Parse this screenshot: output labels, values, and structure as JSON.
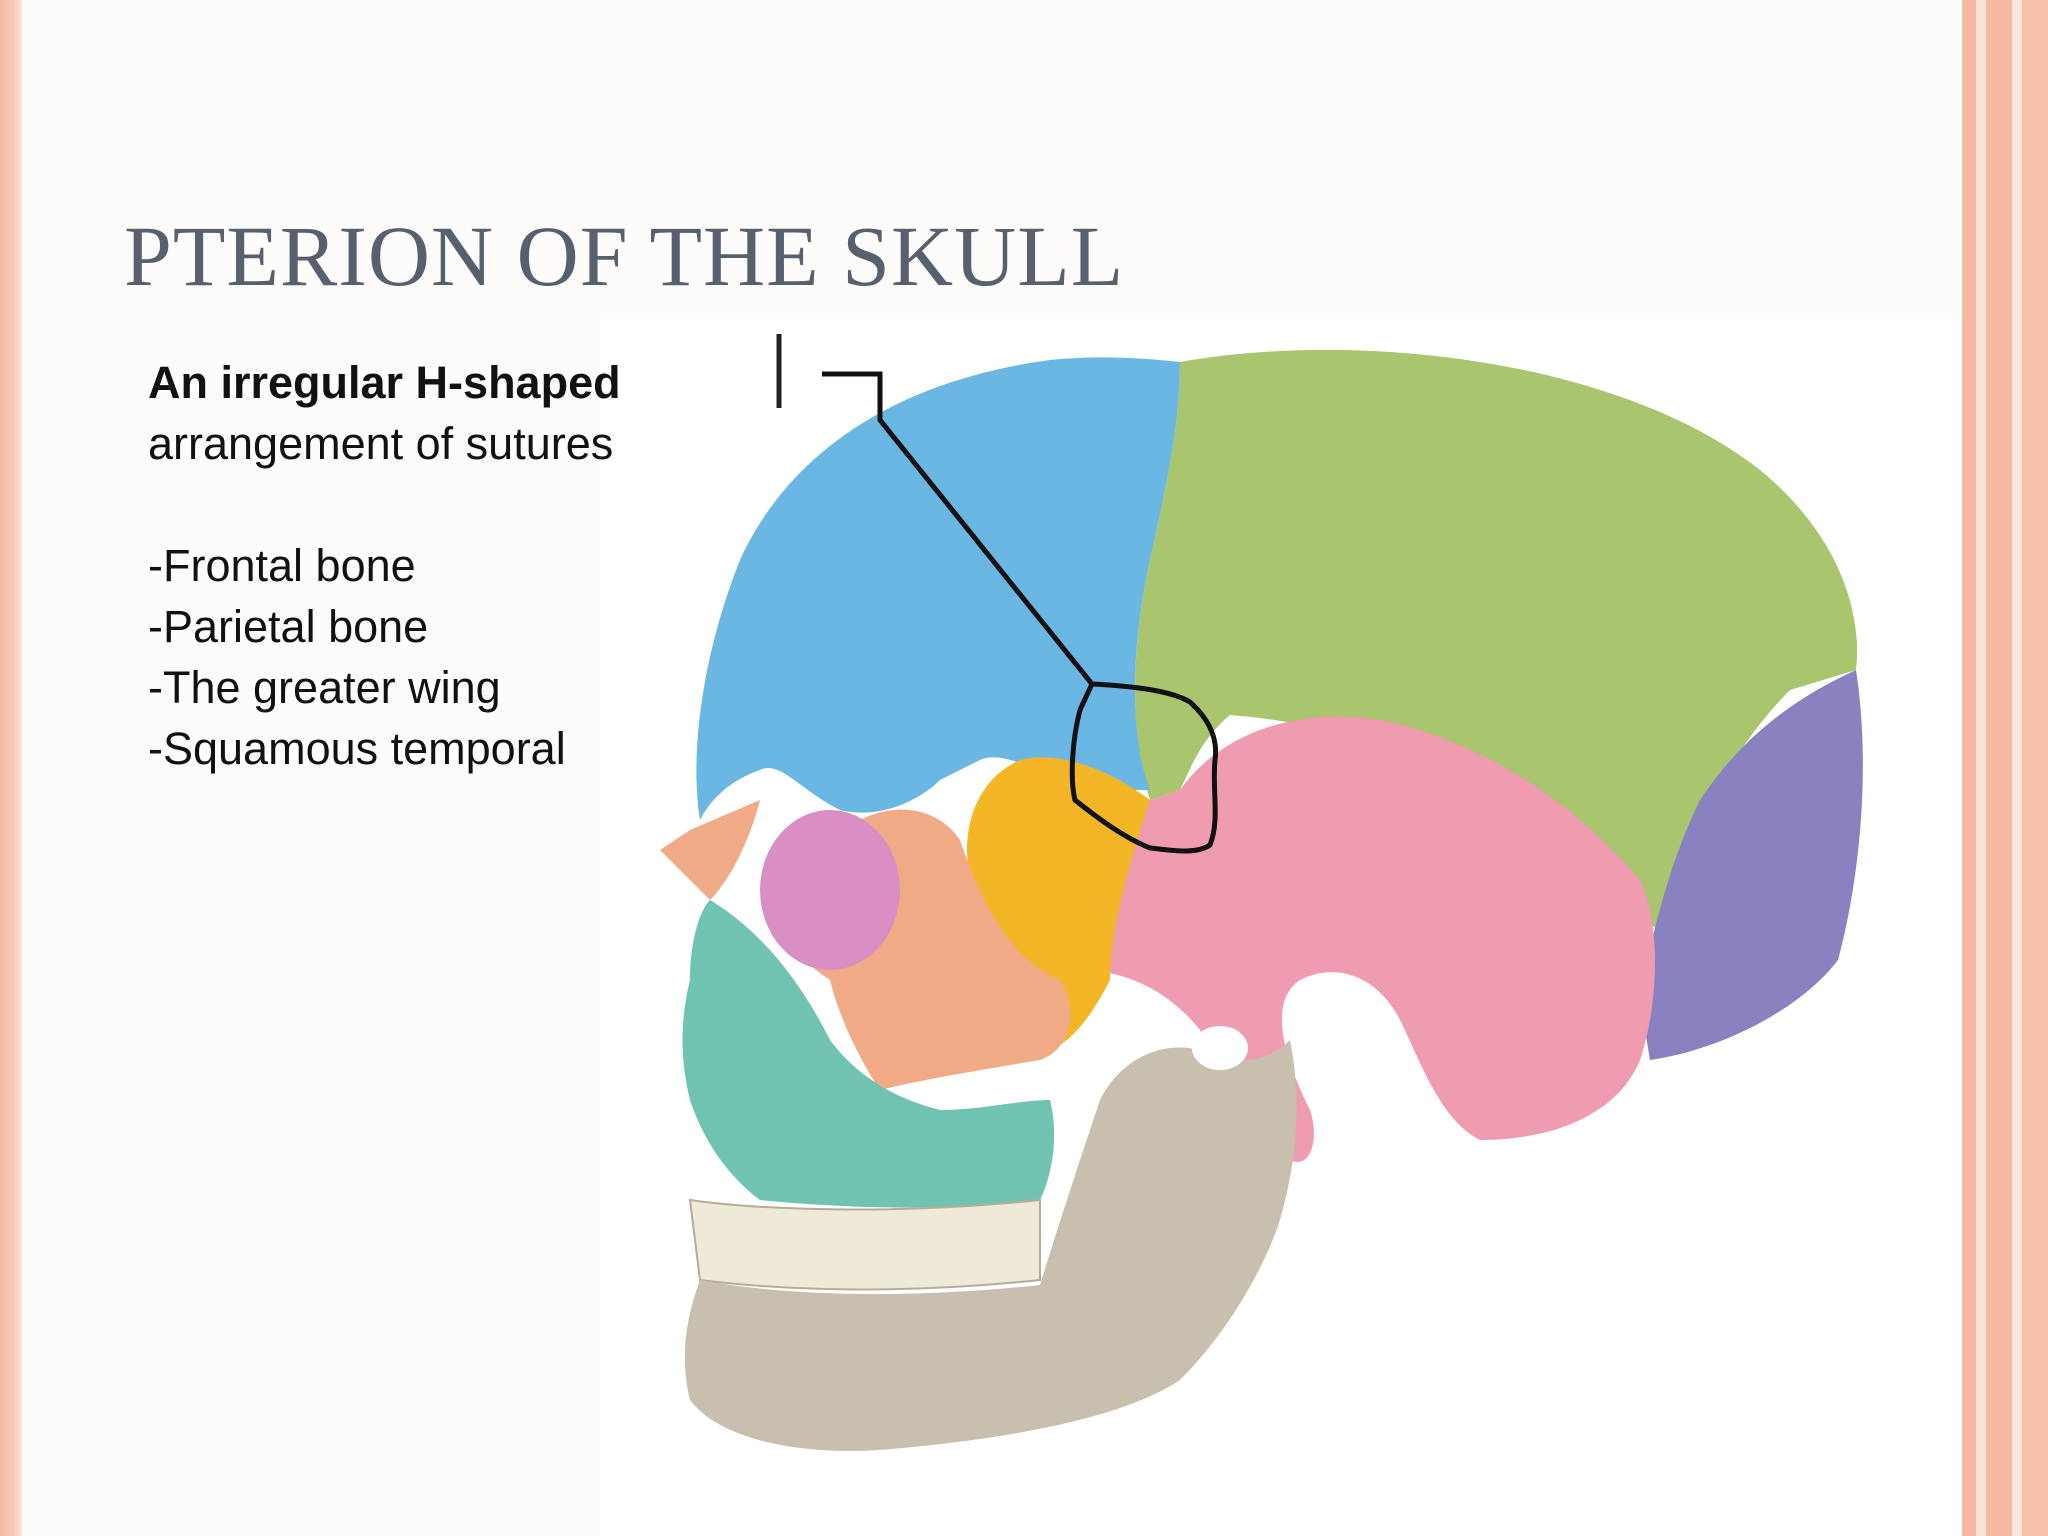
{
  "slide": {
    "title": "PTERION OF THE SKULL",
    "intro": {
      "bold_part": "An irregular H-shaped",
      "rest": " arrangement of sutures"
    },
    "bones": [
      "-Frontal bone",
      "-Parietal bone",
      "-The greater wing",
      "-Squamous temporal"
    ]
  },
  "colors": {
    "title": "#56606e",
    "border": "#f6b9a3",
    "frontal": "#6ab7e3",
    "parietal": "#a9c56d",
    "occipital": "#8a82c0",
    "temporal": "#ef9bb0",
    "sphenoid": "#f2b627",
    "zygomatic": "#f0ab86",
    "maxilla": "#6fc3b0",
    "mandible": "#c9bfae"
  },
  "icons": {
    "outline": "pterion-outline-annotation",
    "pointer": "leader-line"
  }
}
